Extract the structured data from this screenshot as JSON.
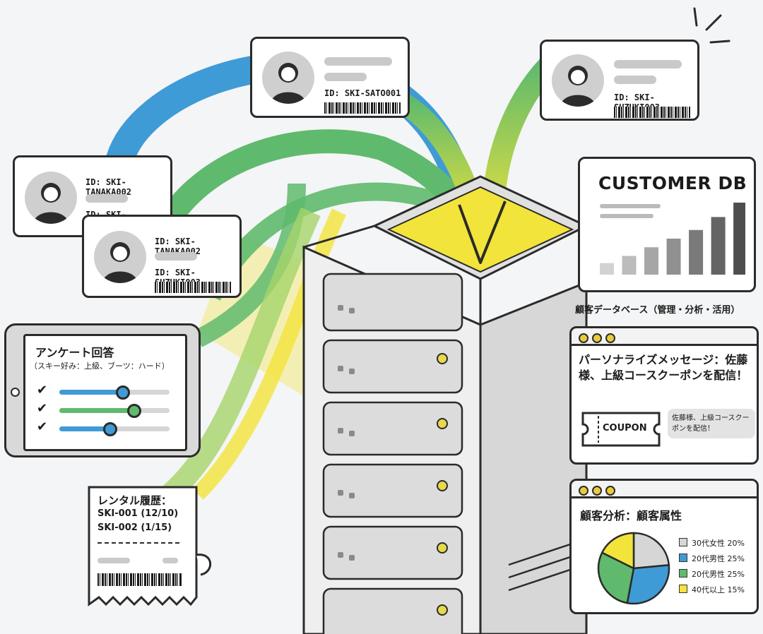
{
  "colors": {
    "blue": "#3f9bd6",
    "green": "#5fba6d",
    "yellow": "#f2e43a",
    "gray": "#d2d2d2",
    "outline": "#2b2b2b"
  },
  "cards": {
    "sato": {
      "id": "ID: SKI-SATO001"
    },
    "suzuki": {
      "id": "ID: SKI-SUZUKI003"
    },
    "tanaka_back": {
      "id": "ID: SKI-TANAKA002",
      "id2": "ID: SKI-TANAKA002"
    },
    "tanaka_front": {
      "id": "ID: SKI-TANAKA002",
      "id2": "ID: SKI-SUZUKI003"
    }
  },
  "survey": {
    "title": "アンケート回答",
    "subtitle": "（スキー好み：上級、ブーツ：ハード）"
  },
  "receipt": {
    "title": "レンタル履歴：",
    "line1": "SKI-001 (12/10)",
    "line2": "SKI-002 (1/15)"
  },
  "customer_db": {
    "title": "CUSTOMER DB",
    "caption": "顧客データベース（管理・分析・活用）",
    "bars": [
      16,
      26,
      38,
      50,
      62,
      80,
      100
    ]
  },
  "message": {
    "title": "パーソナライズメッセージ：佐藤様、上級コースクーポンを配信！",
    "coupon": "COUPON",
    "bubble": "佐藤様、上級コースクーポンを配信！"
  },
  "analysis": {
    "title": "顧客分析：顧客属性",
    "chart_data": {
      "type": "pie",
      "categories": [
        "30代女性",
        "20代男性",
        "20代男性",
        "40代以上"
      ],
      "values": [
        20,
        25,
        25,
        15
      ],
      "colors": [
        "#d6d6d6",
        "#3f9bd6",
        "#5fba6d",
        "#f2e43a"
      ]
    }
  }
}
